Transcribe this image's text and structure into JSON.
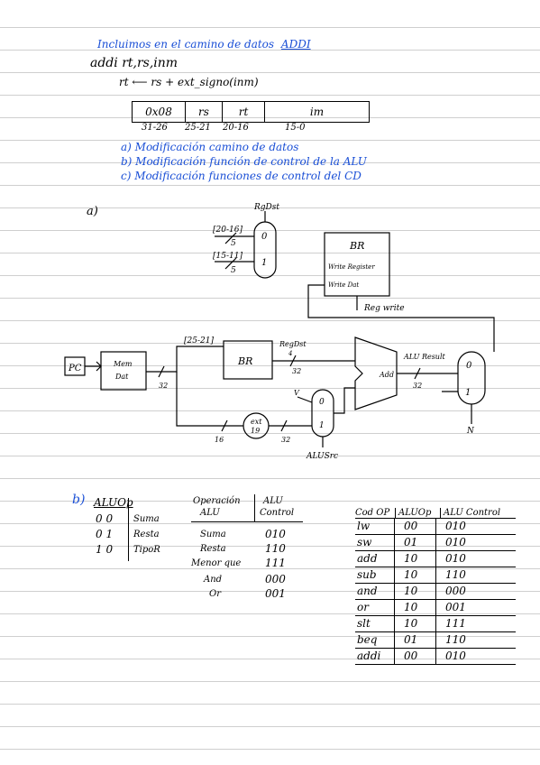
{
  "colors": {
    "ink": "#000000",
    "blue_ink": "#1a4fd6",
    "rule_line": "#cfcfcf"
  },
  "header": {
    "title": "Incluimos en el camino de datos",
    "title_instr": "ADDI",
    "syntax": "addi rt,rs,inm",
    "rtl": "rt ⟵ rs + ext_signo(inm)"
  },
  "format": {
    "fields": [
      "0x08",
      "rs",
      "rt",
      "im"
    ],
    "bits": [
      "31-26",
      "25-21",
      "20-16",
      "15-0"
    ]
  },
  "tasks": [
    "a) Modificación camino de datos",
    "b) Modificación función de control de la ALU",
    "c) Modificación funciones de control del CD"
  ],
  "diagram": {
    "label_a": "a)",
    "regdst_top": "RgDst",
    "mux_in_1": "[20-16]",
    "mux_in_1_w": "5",
    "mux_in_2": "[15-11]",
    "mux_in_2_w": "5",
    "mux_0": "0",
    "mux_1": "1",
    "br_top_title": "BR",
    "br_write_reg": "Write Register",
    "br_write_dat": "Write Dat",
    "reg_write": "Reg write",
    "pc": "PC",
    "mem": "Mem",
    "mem2": "Dat",
    "bus32_a": "32",
    "rs_bits": "[25-21]",
    "br_main": "BR",
    "regdst_mid": "RegDst",
    "regdst_num": "4",
    "bus32_b": "32",
    "alu_add": "Add",
    "alu_result": "ALU Result",
    "bus32_c": "32",
    "mux3_0": "0",
    "mux3_1": "1",
    "mux3_sel": "N",
    "ext_line1": "ext",
    "ext_line2": "19",
    "bus16": "16",
    "bus32_d": "32",
    "mux2_v": "V",
    "mux2_0": "0",
    "mux2_1": "1",
    "alusrc": "ALUSrc"
  },
  "section_b": {
    "label_b": "b)",
    "aluop_header": "ALUOp",
    "aluop_rows": [
      {
        "code": "0 0",
        "name": "Suma"
      },
      {
        "code": "0 1",
        "name": "Resta"
      },
      {
        "code": "1 0",
        "name": "TipoR"
      }
    ],
    "op_header_1": "Operación",
    "op_header_2": "ALU",
    "ctrl_header_1": "ALU",
    "ctrl_header_2": "Control",
    "op_rows": [
      {
        "op": "Suma",
        "ctrl": "010"
      },
      {
        "op": "Resta",
        "ctrl": "110"
      },
      {
        "op": "Menor que",
        "ctrl": "111"
      },
      {
        "op": "And",
        "ctrl": "000"
      },
      {
        "op": "Or",
        "ctrl": "001"
      }
    ],
    "cod_headers": [
      "Cod OP",
      "ALUOp",
      "ALU Control"
    ],
    "cod_rows": [
      [
        "lw",
        "00",
        "010"
      ],
      [
        "sw",
        "01",
        "010"
      ],
      [
        "add",
        "10",
        "010"
      ],
      [
        "sub",
        "10",
        "110"
      ],
      [
        "and",
        "10",
        "000"
      ],
      [
        "or",
        "10",
        "001"
      ],
      [
        "slt",
        "10",
        "111"
      ],
      [
        "beq",
        "01",
        "110"
      ],
      [
        "addi",
        "00",
        "010"
      ]
    ]
  }
}
